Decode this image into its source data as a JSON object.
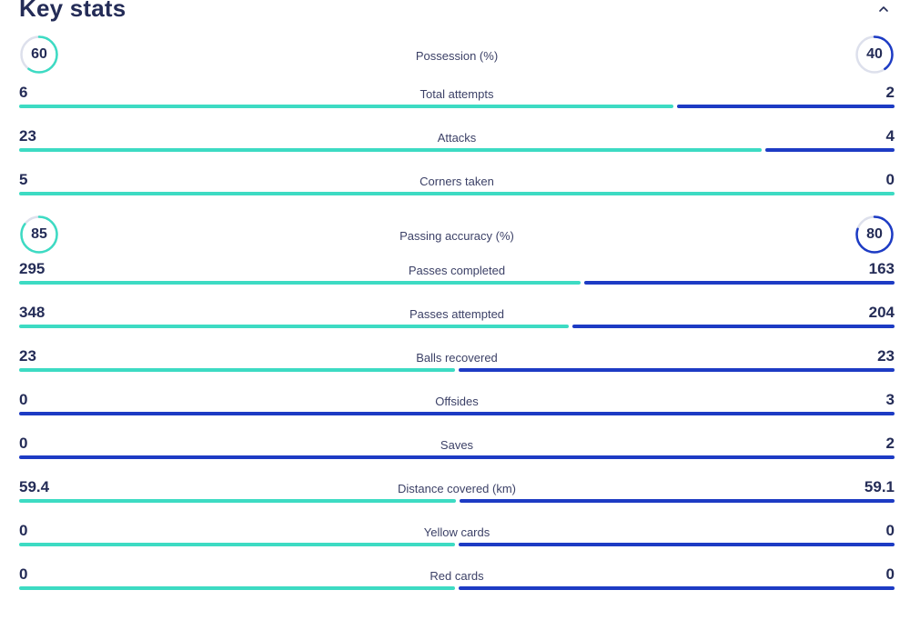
{
  "header": {
    "title": "Key stats"
  },
  "colors": {
    "home": "#3ddbc3",
    "away": "#1d3bc4",
    "ring_track": "#dde0ec",
    "text": "#242c57"
  },
  "icons": {
    "collapse": "chevron-up-icon"
  },
  "stats": [
    {
      "type": "circle",
      "label": "Possession (%)",
      "home": "60",
      "away": "40",
      "home_pct": 60,
      "away_pct": 40
    },
    {
      "type": "bar",
      "label": "Total attempts",
      "home": "6",
      "away": "2",
      "home_n": 6,
      "away_n": 2
    },
    {
      "type": "bar",
      "label": "Attacks",
      "home": "23",
      "away": "4",
      "home_n": 23,
      "away_n": 4
    },
    {
      "type": "bar",
      "label": "Corners taken",
      "home": "5",
      "away": "0",
      "home_n": 5,
      "away_n": 0
    },
    {
      "type": "circle",
      "label": "Passing accuracy (%)",
      "home": "85",
      "away": "80",
      "home_pct": 85,
      "away_pct": 80
    },
    {
      "type": "bar",
      "label": "Passes completed",
      "home": "295",
      "away": "163",
      "home_n": 295,
      "away_n": 163
    },
    {
      "type": "bar",
      "label": "Passes attempted",
      "home": "348",
      "away": "204",
      "home_n": 348,
      "away_n": 204
    },
    {
      "type": "bar",
      "label": "Balls recovered",
      "home": "23",
      "away": "23",
      "home_n": 23,
      "away_n": 23
    },
    {
      "type": "bar",
      "label": "Offsides",
      "home": "0",
      "away": "3",
      "home_n": 0,
      "away_n": 3
    },
    {
      "type": "bar",
      "label": "Saves",
      "home": "0",
      "away": "2",
      "home_n": 0,
      "away_n": 2
    },
    {
      "type": "bar",
      "label": "Distance covered (km)",
      "home": "59.4",
      "away": "59.1",
      "home_n": 59.4,
      "away_n": 59.1
    },
    {
      "type": "bar",
      "label": "Yellow cards",
      "home": "0",
      "away": "0",
      "home_n": 0,
      "away_n": 0
    },
    {
      "type": "bar",
      "label": "Red cards",
      "home": "0",
      "away": "0",
      "home_n": 0,
      "away_n": 0
    }
  ]
}
